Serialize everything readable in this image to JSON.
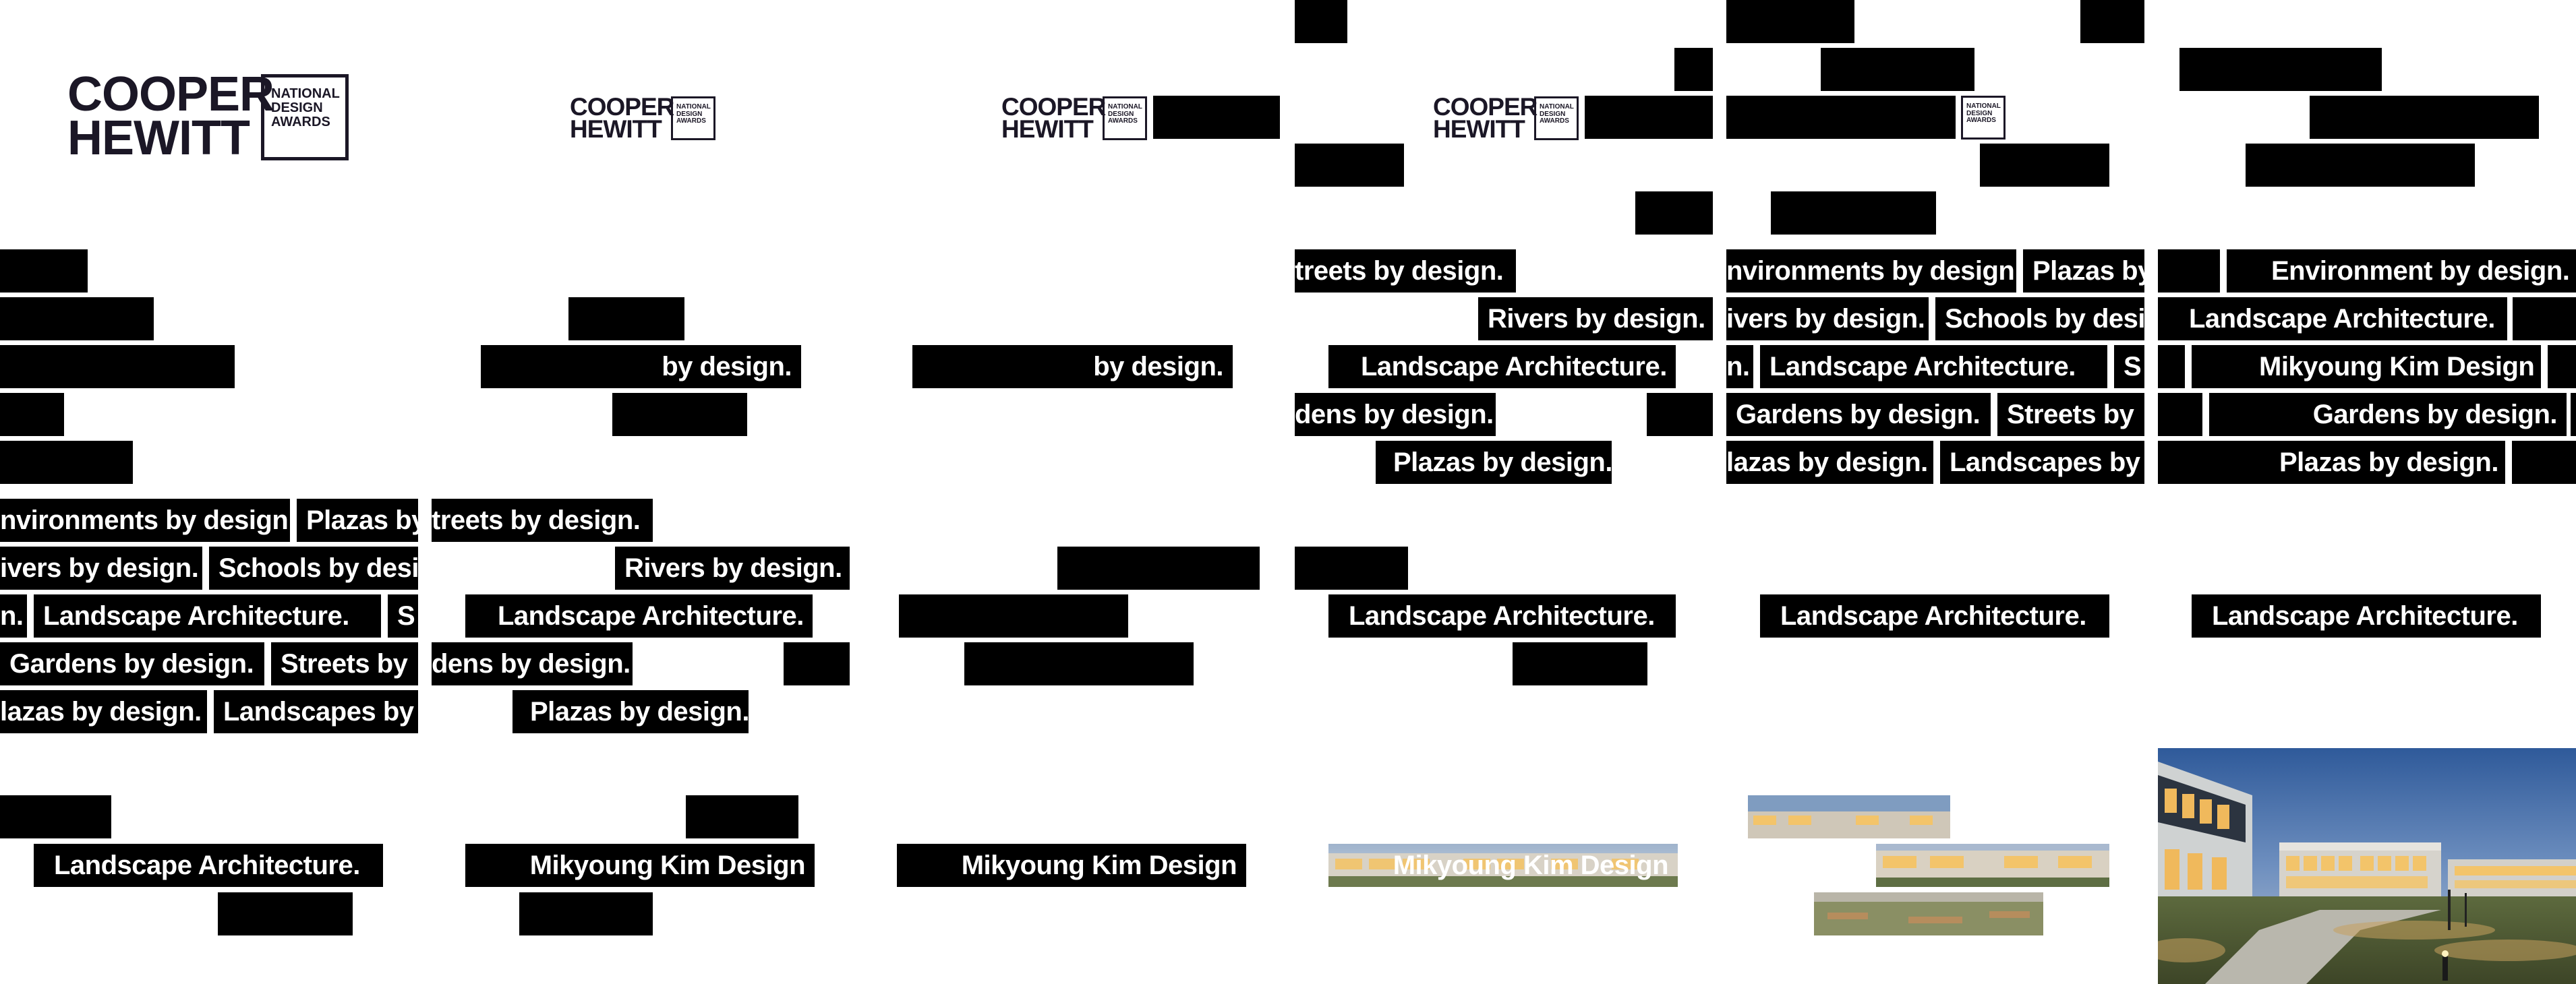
{
  "logo": {
    "line1": "COOPER",
    "line2": "HEWITT",
    "badge_line1": "NATIONAL",
    "badge_line2": "DESIGN",
    "badge_line3": "AWARDS"
  },
  "phrases": {
    "environments": "nvironments by design.",
    "plazas_by": "Plazas by",
    "rivers": "ivers by design.",
    "rivers_full": "Rivers by design.",
    "schools": "Schools by desi",
    "n": "n.",
    "landscape_arch": "Landscape Architecture.",
    "s": "S",
    "gardens": "Gardens by design.",
    "streets_by": "Streets by",
    "lazas": "lazas by design.",
    "landscapes_by": "Landscapes by",
    "treets": "treets by design.",
    "dens": "dens by design.",
    "plazas_full": "Plazas by design.",
    "by_design": "by design.",
    "mikyoung": "Mikyoung Kim Design",
    "environment_full": "Environment by design.",
    "gardens_full": "Gardens by design."
  },
  "colors": {
    "ink": "#000000",
    "logo": "#1b1726",
    "label_text": "#ffffff"
  }
}
